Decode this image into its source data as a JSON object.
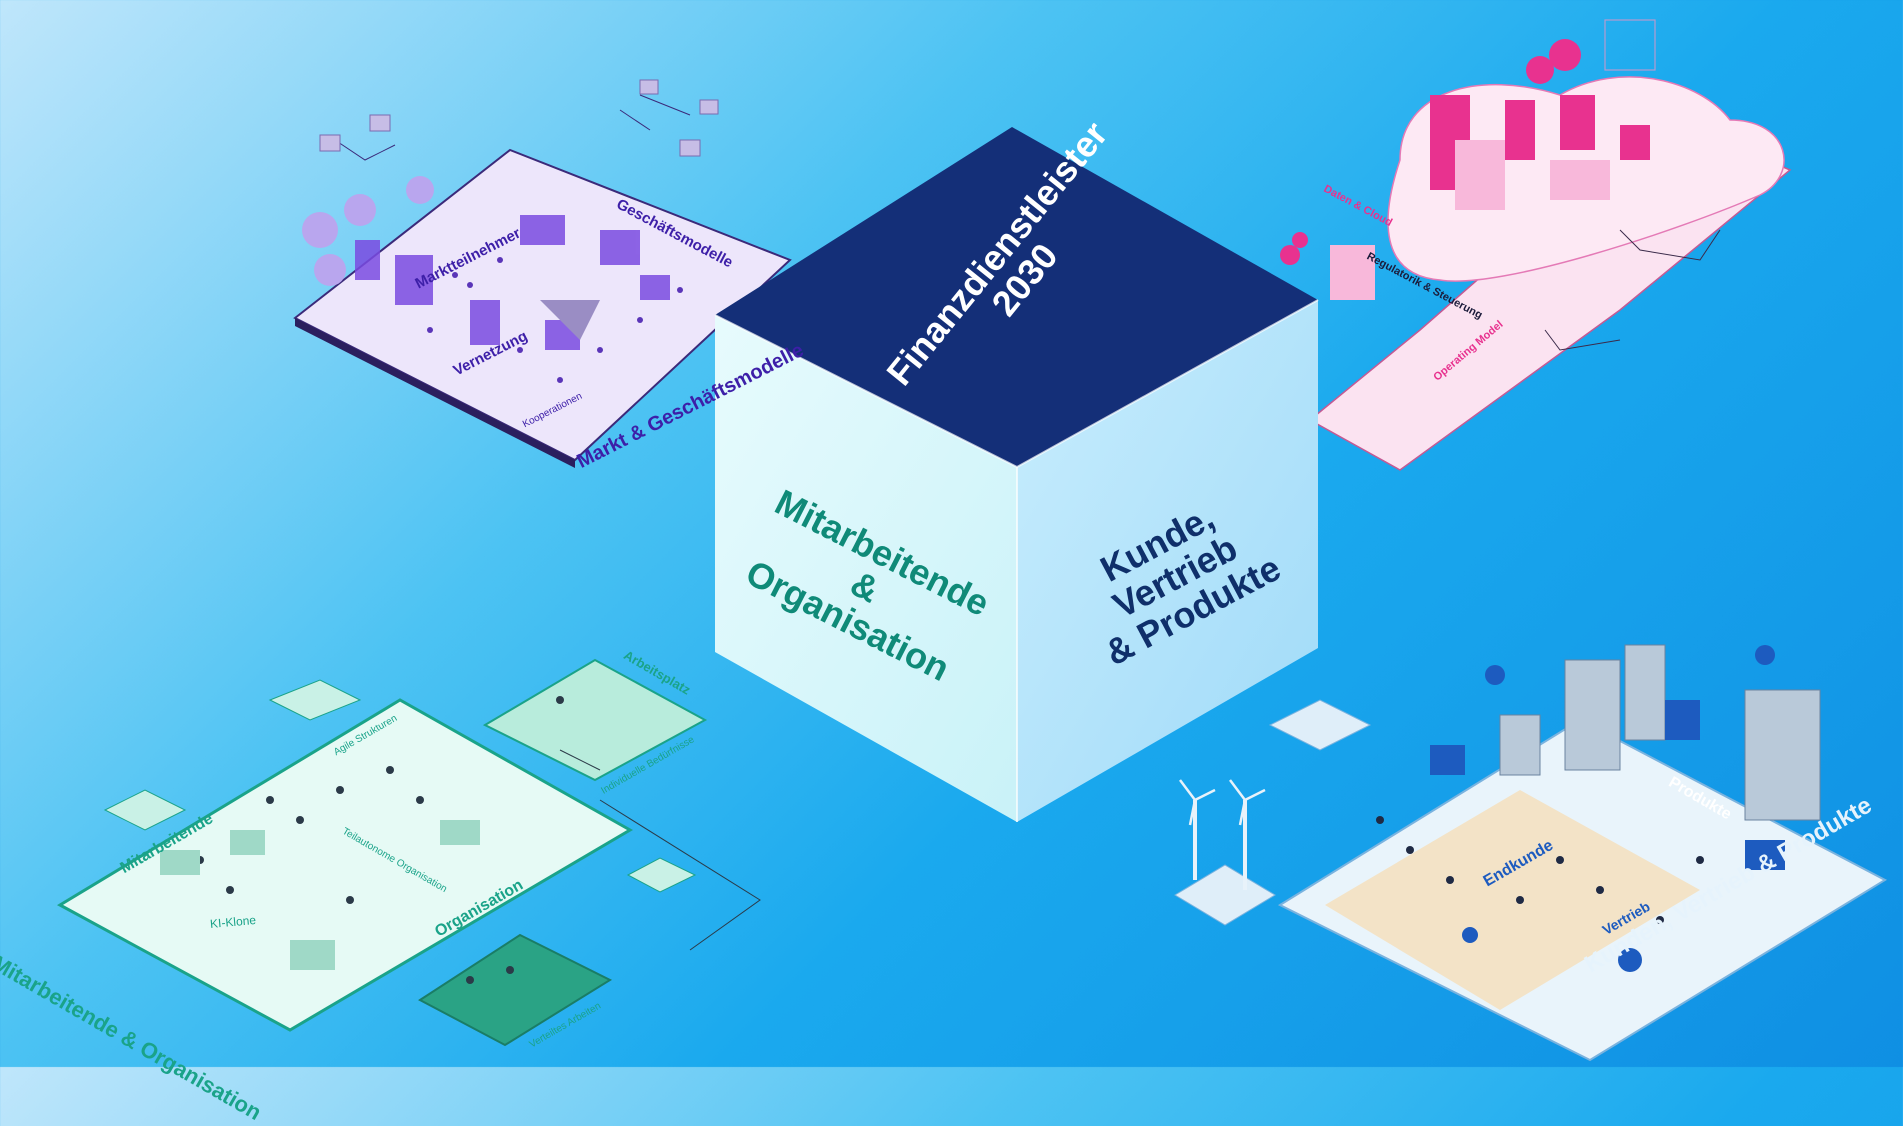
{
  "cube": {
    "top": "Finanzdienstleister\n2030",
    "left": "Mitarbeitende &\nOrganisation",
    "right": "Kunde, Vertrieb\n& Produkte"
  },
  "market": {
    "title": "Markt & Geschäftsmodelle",
    "labels": [
      "Marktteilnehmer",
      "Geschäftsmodelle",
      "Vernetzung",
      "Kooperationen"
    ]
  },
  "operating": {
    "labels": [
      "Daten & Cloud",
      "Regulatorik & Steuerung",
      "Operating Model"
    ]
  },
  "employees": {
    "title": "Mitarbeitende & Organisation",
    "labels": [
      "Mitarbeitende",
      "Organisation",
      "Arbeitsplatz",
      "Agile Strukturen",
      "KI-Klone",
      "Individuelle Bedürfnisse",
      "Verteiltes Arbeiten",
      "Teilautonome Organisation"
    ]
  },
  "customers": {
    "title": "Kunden, Vertrieb & Produkte",
    "labels": [
      "Produkte",
      "Endkunde",
      "Vertrieb"
    ]
  },
  "colors": {
    "purple": "#6a2fd6",
    "pink": "#e8328f",
    "teal": "#1aa389",
    "navy": "#12306e"
  }
}
